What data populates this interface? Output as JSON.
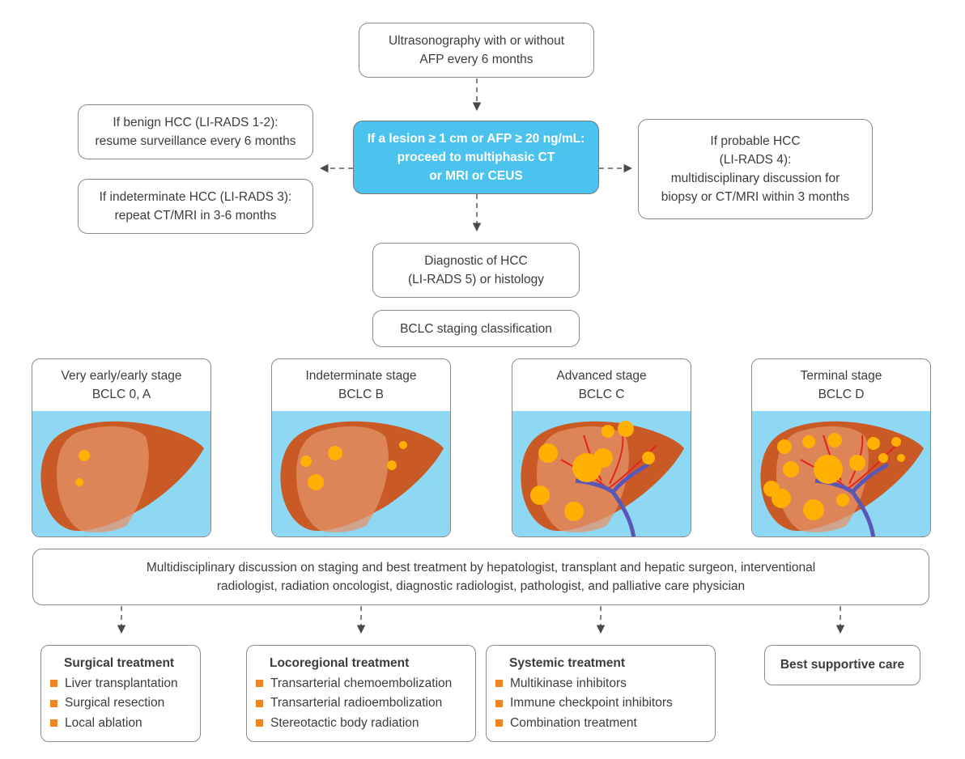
{
  "screening": [
    "Ultrasonography with or without",
    "AFP every 6 months"
  ],
  "lesion": [
    "If a lesion ≥ 1 cm or AFP ≥ 20 ng/mL:",
    "proceed to multiphasic CT",
    "or MRI or CEUS"
  ],
  "benign": [
    "If benign HCC (LI-RADS 1-2):",
    "resume surveillance every 6 months"
  ],
  "indeterminate": [
    "If indeterminate HCC (LI-RADS 3):",
    "repeat CT/MRI in 3-6 months"
  ],
  "probable": [
    "If probable HCC",
    "(LI-RADS 4):",
    "multidisciplinary discussion for",
    "biopsy or CT/MRI within 3 months"
  ],
  "diagnostic": [
    "Diagnostic of HCC",
    "(LI-RADS 5) or histology"
  ],
  "staging": "BCLC staging classification",
  "stages": [
    {
      "name": "Very early/early stage",
      "code": "BCLC 0, A"
    },
    {
      "name": "Indeterminate stage",
      "code": "BCLC B"
    },
    {
      "name": "Advanced stage",
      "code": "BCLC C"
    },
    {
      "name": "Terminal stage",
      "code": "BCLC D"
    }
  ],
  "mdt": [
    "Multidisciplinary discussion on staging and best treatment by hepatologist, transplant and hepatic surgeon, interventional",
    "radiologist, radiation oncologist, diagnostic radiologist, pathologist, and palliative care physician"
  ],
  "treatments": [
    {
      "title": "Surgical treatment",
      "items": [
        "Liver transplantation",
        "Surgical resection",
        "Local ablation"
      ]
    },
    {
      "title": "Locoregional treatment",
      "items": [
        "Transarterial chemoembolization",
        "Transarterial radioembolization",
        "Stereotactic body radiation"
      ]
    },
    {
      "title": "Systemic treatment",
      "items": [
        "Multikinase inhibitors",
        "Immune checkpoint inhibitors",
        "Combination treatment"
      ]
    },
    {
      "title": "Best supportive care",
      "items": []
    }
  ],
  "colors": {
    "key_box": "#4cc3ef",
    "liver": "#c95a25",
    "liver_light": "#e3936a",
    "tumor": "#ffb000",
    "background": "#8fd8f3",
    "bullet": "#f08526",
    "artery": "#e52420",
    "vein": "#5b57b5"
  }
}
